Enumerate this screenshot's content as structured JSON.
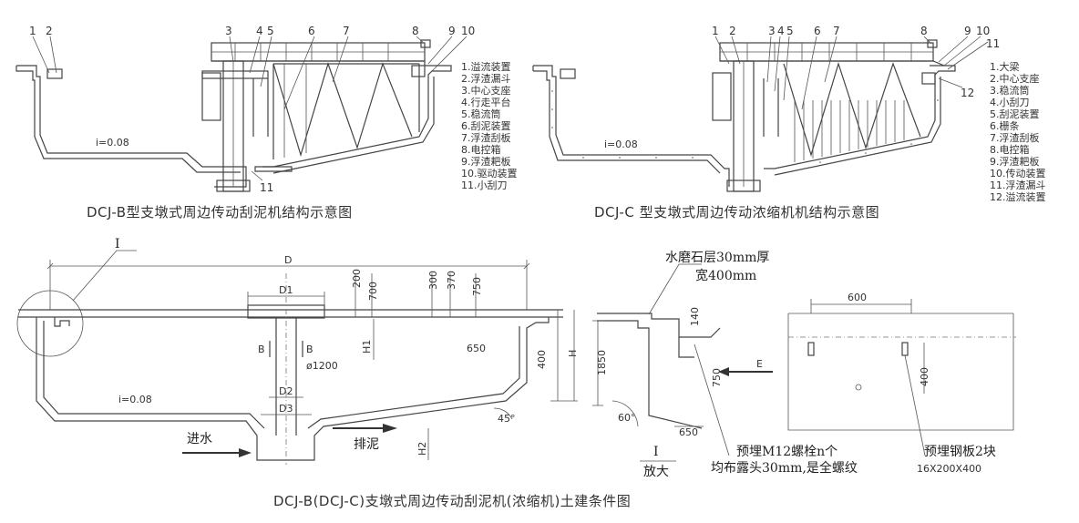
{
  "diagram_b": {
    "callouts": [
      "1",
      "2",
      "3",
      "4",
      "5",
      "6",
      "7",
      "8",
      "9",
      "10",
      "11"
    ],
    "legend": [
      "1.溢流装置",
      "2.浮渣漏斗",
      "3.中心支座",
      "4.行走平台",
      "5.稳流筒",
      "6.刮泥装置",
      "7.浮渣刮板",
      "8.电控箱",
      "9.浮渣耙板",
      "10.驱动装置",
      "11.小刮刀"
    ],
    "slope": "i=0.08",
    "caption": "DCJ-B型支墩式周边传动刮泥机结构示意图"
  },
  "diagram_c": {
    "callouts": [
      "1",
      "2",
      "3",
      "4",
      "5",
      "6",
      "7",
      "8",
      "9",
      "10",
      "11",
      "12"
    ],
    "legend": [
      "1.大梁",
      "2.中心支座",
      "3.稳流筒",
      "4.小刮刀",
      "5.刮泥装置",
      "6.栅条",
      "7.浮渣刮板",
      "8.电控箱",
      "9.浮渣耙板",
      "10.传动装置",
      "11.浮渣漏斗",
      "12.溢流装置"
    ],
    "slope": "i=0.08",
    "caption": "DCJ-C 型支墩式周边传动浓缩机机结构示意图"
  },
  "civil": {
    "detail_marker": "I",
    "dims": {
      "D": "D",
      "D1": "D1",
      "D2": "D2",
      "D3": "D3",
      "H": "H",
      "H1": "H1",
      "H2": "H2",
      "d200": "200",
      "d700": "700",
      "d300": "300",
      "d370": "370",
      "d750": "750",
      "d650": "650",
      "d400": "400",
      "dia": "ø1200",
      "angle45": "45°",
      "B_left": "B",
      "B_right": "B"
    },
    "slope": "i=0.08",
    "inlet": "进水",
    "outlet": "排泥"
  },
  "detail": {
    "terrazzo": "水磨石层30mm厚",
    "width": "宽400mm",
    "d1850": "1850",
    "d140": "140",
    "d750": "750",
    "d650": "650",
    "angle60": "60°",
    "arrowE": "E",
    "marker": "I",
    "zoom": "放大",
    "bolt1": "预埋M12螺栓n个",
    "bolt2": "均布露头30mm,是全螺纹",
    "plate": "预埋钢板2块",
    "plate_size": "16X200X400",
    "d600": "600",
    "d400b": "400"
  },
  "caption_main": "DCJ-B(DCJ-C)支墩式周边传动刮泥机(浓缩机)土建条件图"
}
